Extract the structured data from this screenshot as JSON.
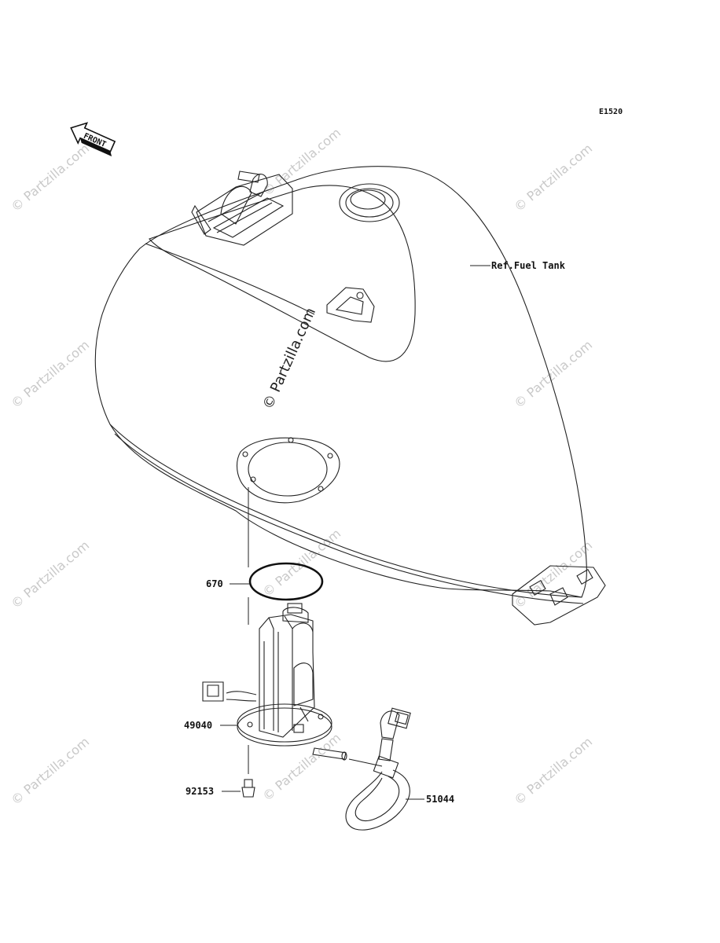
{
  "diagram": {
    "code": "E1520",
    "front_label": "FRONT",
    "ref_label": "Ref.Fuel Tank",
    "center_watermark": "© Partzilla.com",
    "watermark_text": "© Partzilla.com",
    "callouts": [
      {
        "id": "670",
        "label": "670"
      },
      {
        "id": "49040",
        "label": "49040"
      },
      {
        "id": "92153",
        "label": "92153"
      },
      {
        "id": "51044",
        "label": "51044"
      }
    ]
  }
}
